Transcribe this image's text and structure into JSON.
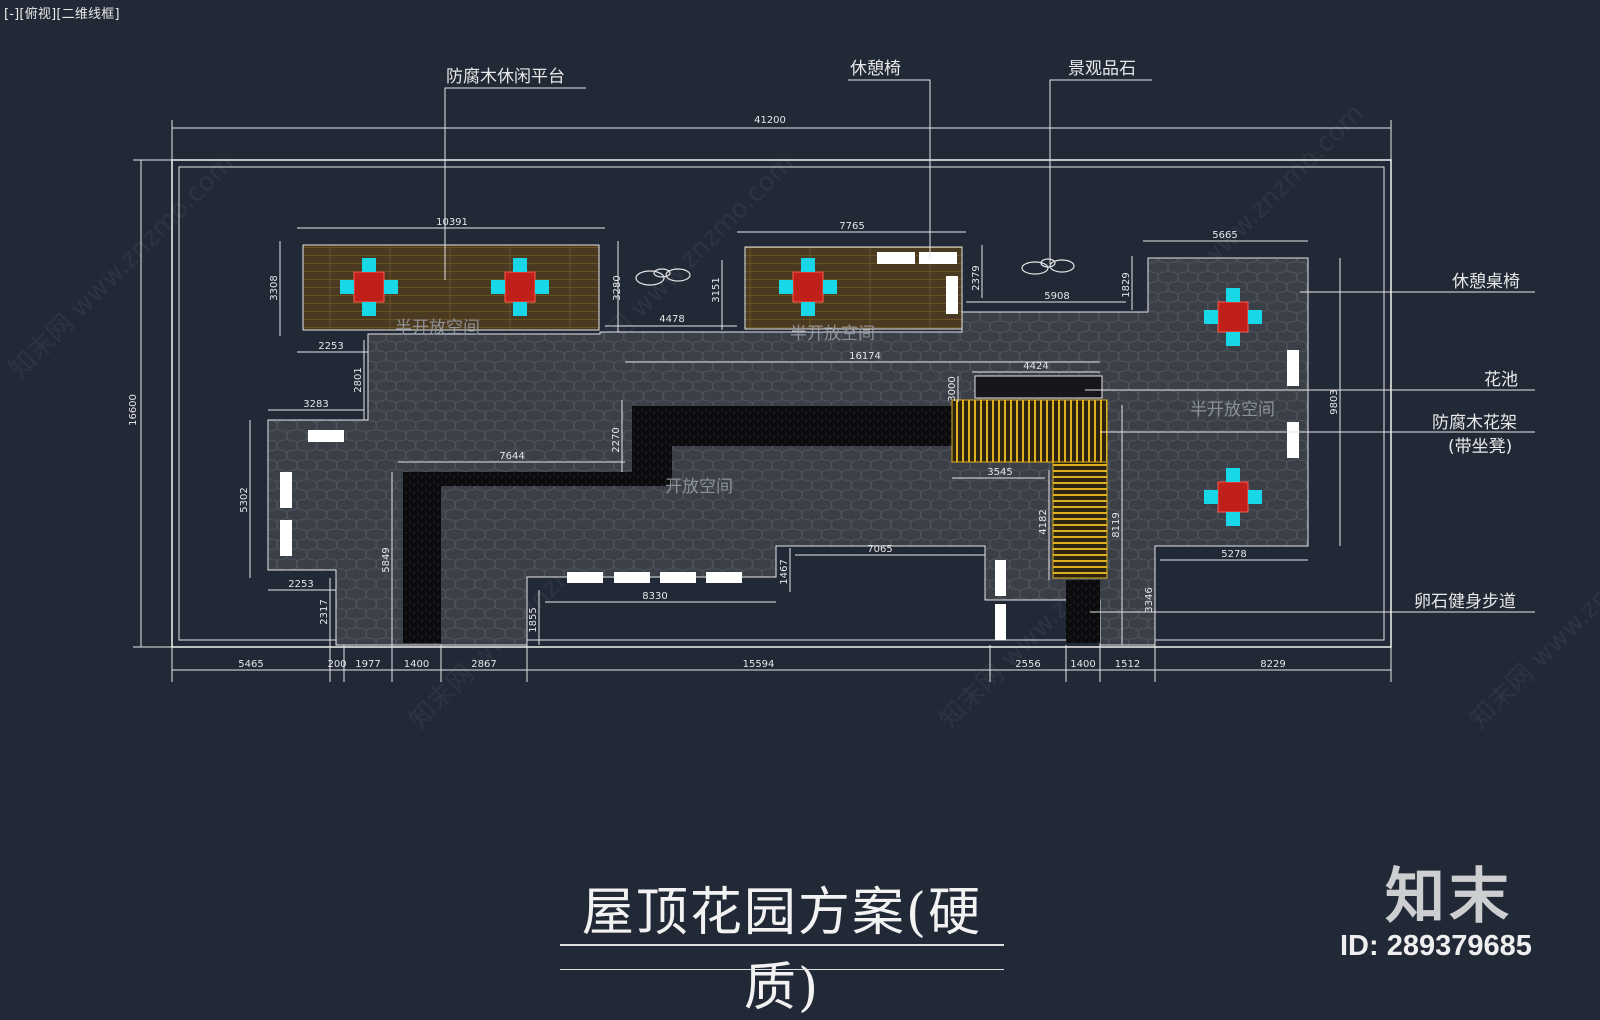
{
  "viewport_label": "[-][俯视][二维线框]",
  "title": "屋顶花园方案(硬质)",
  "brand": {
    "logo": "知末",
    "id": "ID: 289379685"
  },
  "watermark": "知末网 www.znzmo.com",
  "colors": {
    "background": "#212836",
    "line": "#e6e6e6",
    "paving": "#3c4049",
    "dark_path": "#0d0d0f",
    "deck": "#4a3a22",
    "deck_line": "#b8860b",
    "pergola": "#e0b020",
    "table": "#c0201a",
    "chair": "#18d8e8",
    "bench": "#ffffff"
  },
  "callouts": {
    "deck_platform": "防腐木休闲平台",
    "lounge_chair": "休憩椅",
    "landscape_stone": "景观品石",
    "table_chairs": "休憩桌椅",
    "flower_pool": "花池",
    "pergola": "防腐木花架",
    "pergola_note": "(带坐凳)",
    "pebble_path": "卵石健身步道"
  },
  "zones": {
    "semi_open_1": "半开放空间",
    "semi_open_2": "半开放空间",
    "semi_open_3": "半开放空间",
    "open": "开放空间"
  },
  "dimensions": {
    "overall_width": "41200",
    "overall_height": "16600",
    "deck_left_width": "10391",
    "deck_left_height": "3308",
    "deck_gap_h": "3280",
    "gap_width": "4478",
    "deck_mid_h": "3151",
    "deck_mid_width": "7765",
    "mid_right_h": "2379",
    "mid_right_width": "5908",
    "right_h": "1829",
    "right_width": "5665",
    "right_height": "9803",
    "left_step_w": "2253",
    "left_step_h": "2801",
    "left_w2": "3283",
    "left_h2": "5302",
    "left_w3": "2253",
    "left_h3": "2317",
    "center_w": "16174",
    "center_h": "2270",
    "path_w": "7644",
    "path_h": "5849",
    "pergola_top_w": "4424",
    "pergola_h1": "3000",
    "pergola_w": "3545",
    "pergola_h2": "4182",
    "pergola_h3": "8119",
    "bottom_block_w": "7065",
    "bottom_block_h": "1467",
    "bottom_w2": "8330",
    "bottom_h2": "1855",
    "right_bottom_w": "5278",
    "right_bottom_h": "3346",
    "bottom_chain": [
      "5465",
      "200",
      "1977",
      "1400",
      "2867",
      "15594",
      "2556",
      "1400",
      "1512",
      "8229"
    ]
  }
}
